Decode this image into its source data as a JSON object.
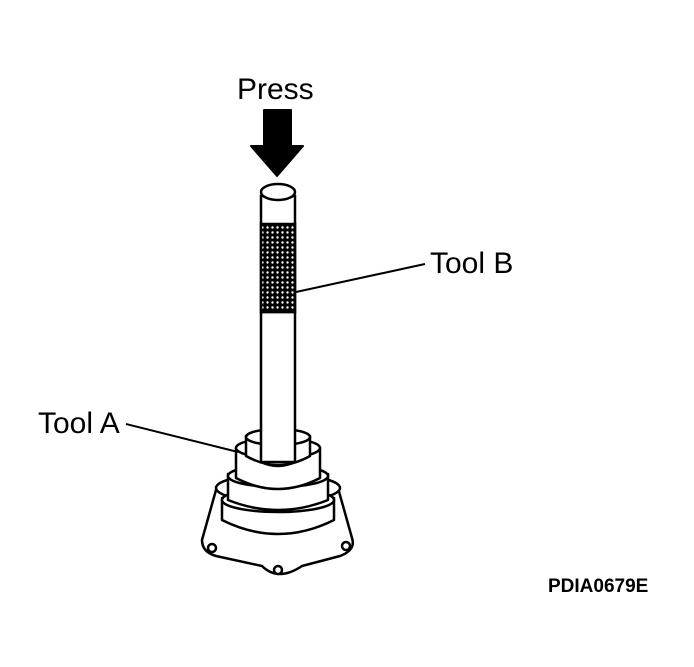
{
  "labels": {
    "press": "Press",
    "tool_b": "Tool B",
    "tool_a": "Tool A",
    "figure_code": "PDIA0679E"
  },
  "colors": {
    "line": "#000000",
    "background": "#ffffff"
  }
}
